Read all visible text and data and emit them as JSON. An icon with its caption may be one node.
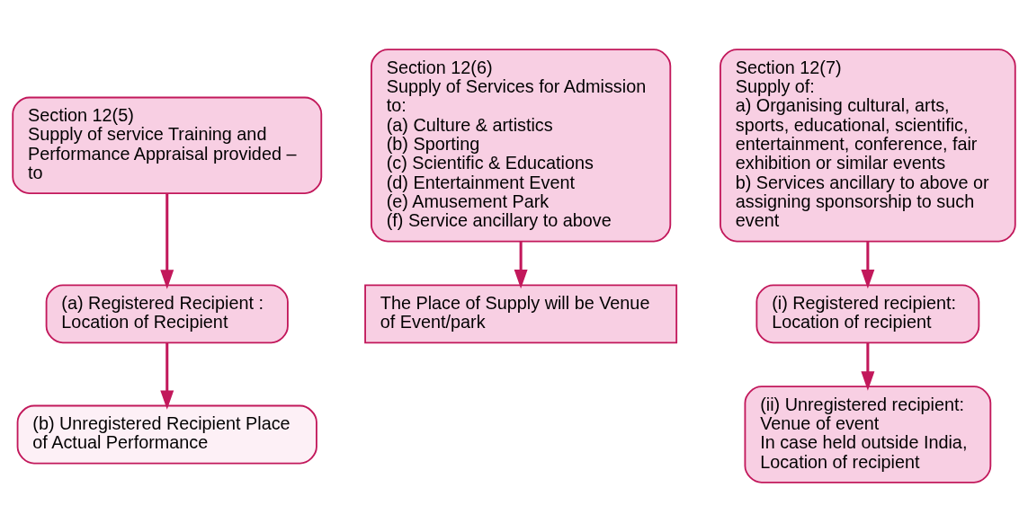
{
  "diagram": {
    "nodes": [
      {
        "text": [
          "Section 12(5)",
          "Supply of service Training and Performance Appraisal provided – to"
        ]
      },
      {
        "text": [
          "(a) Registered Recipient : Location of Recipient"
        ]
      },
      {
        "text": [
          "(b) Unregistered Recipient Place of Actual Performance"
        ]
      },
      {
        "text": [
          "Section 12(6)",
          "Supply of Services for Admission to:",
          "(a) Culture & artistics",
          "(b) Sporting",
          "(c) Scientific & Educations",
          "(d) Entertainment Event",
          "(e) Amusement Park",
          "(f) Service ancillary to above"
        ]
      },
      {
        "text": [
          "The Place of Supply will be Venue of Event/park"
        ]
      },
      {
        "text": [
          "Section 12(7)",
          "Supply of:",
          "a) Organising cultural, arts, sports, educational, scientific, entertainment, conference, fair exhibition or similar events",
          "b) Services ancillary to above or assigning sponsorship to such event"
        ]
      },
      {
        "text": [
          "(i) Registered recipient:",
          "Location of recipient"
        ]
      },
      {
        "text": [
          "(ii) Unregistered recipient:",
          "Venue of event",
          "In case held outside India, Location of recipient"
        ]
      }
    ],
    "edges": [
      {
        "from": 0,
        "to": 1,
        "arrow": "to"
      },
      {
        "from": 1,
        "to": 2,
        "arrow": "to"
      },
      {
        "from": 3,
        "to": 4,
        "arrow": "to"
      },
      {
        "from": 5,
        "to": 6,
        "arrow": "to"
      },
      {
        "from": 6,
        "to": 7,
        "arrow": "to"
      }
    ]
  }
}
